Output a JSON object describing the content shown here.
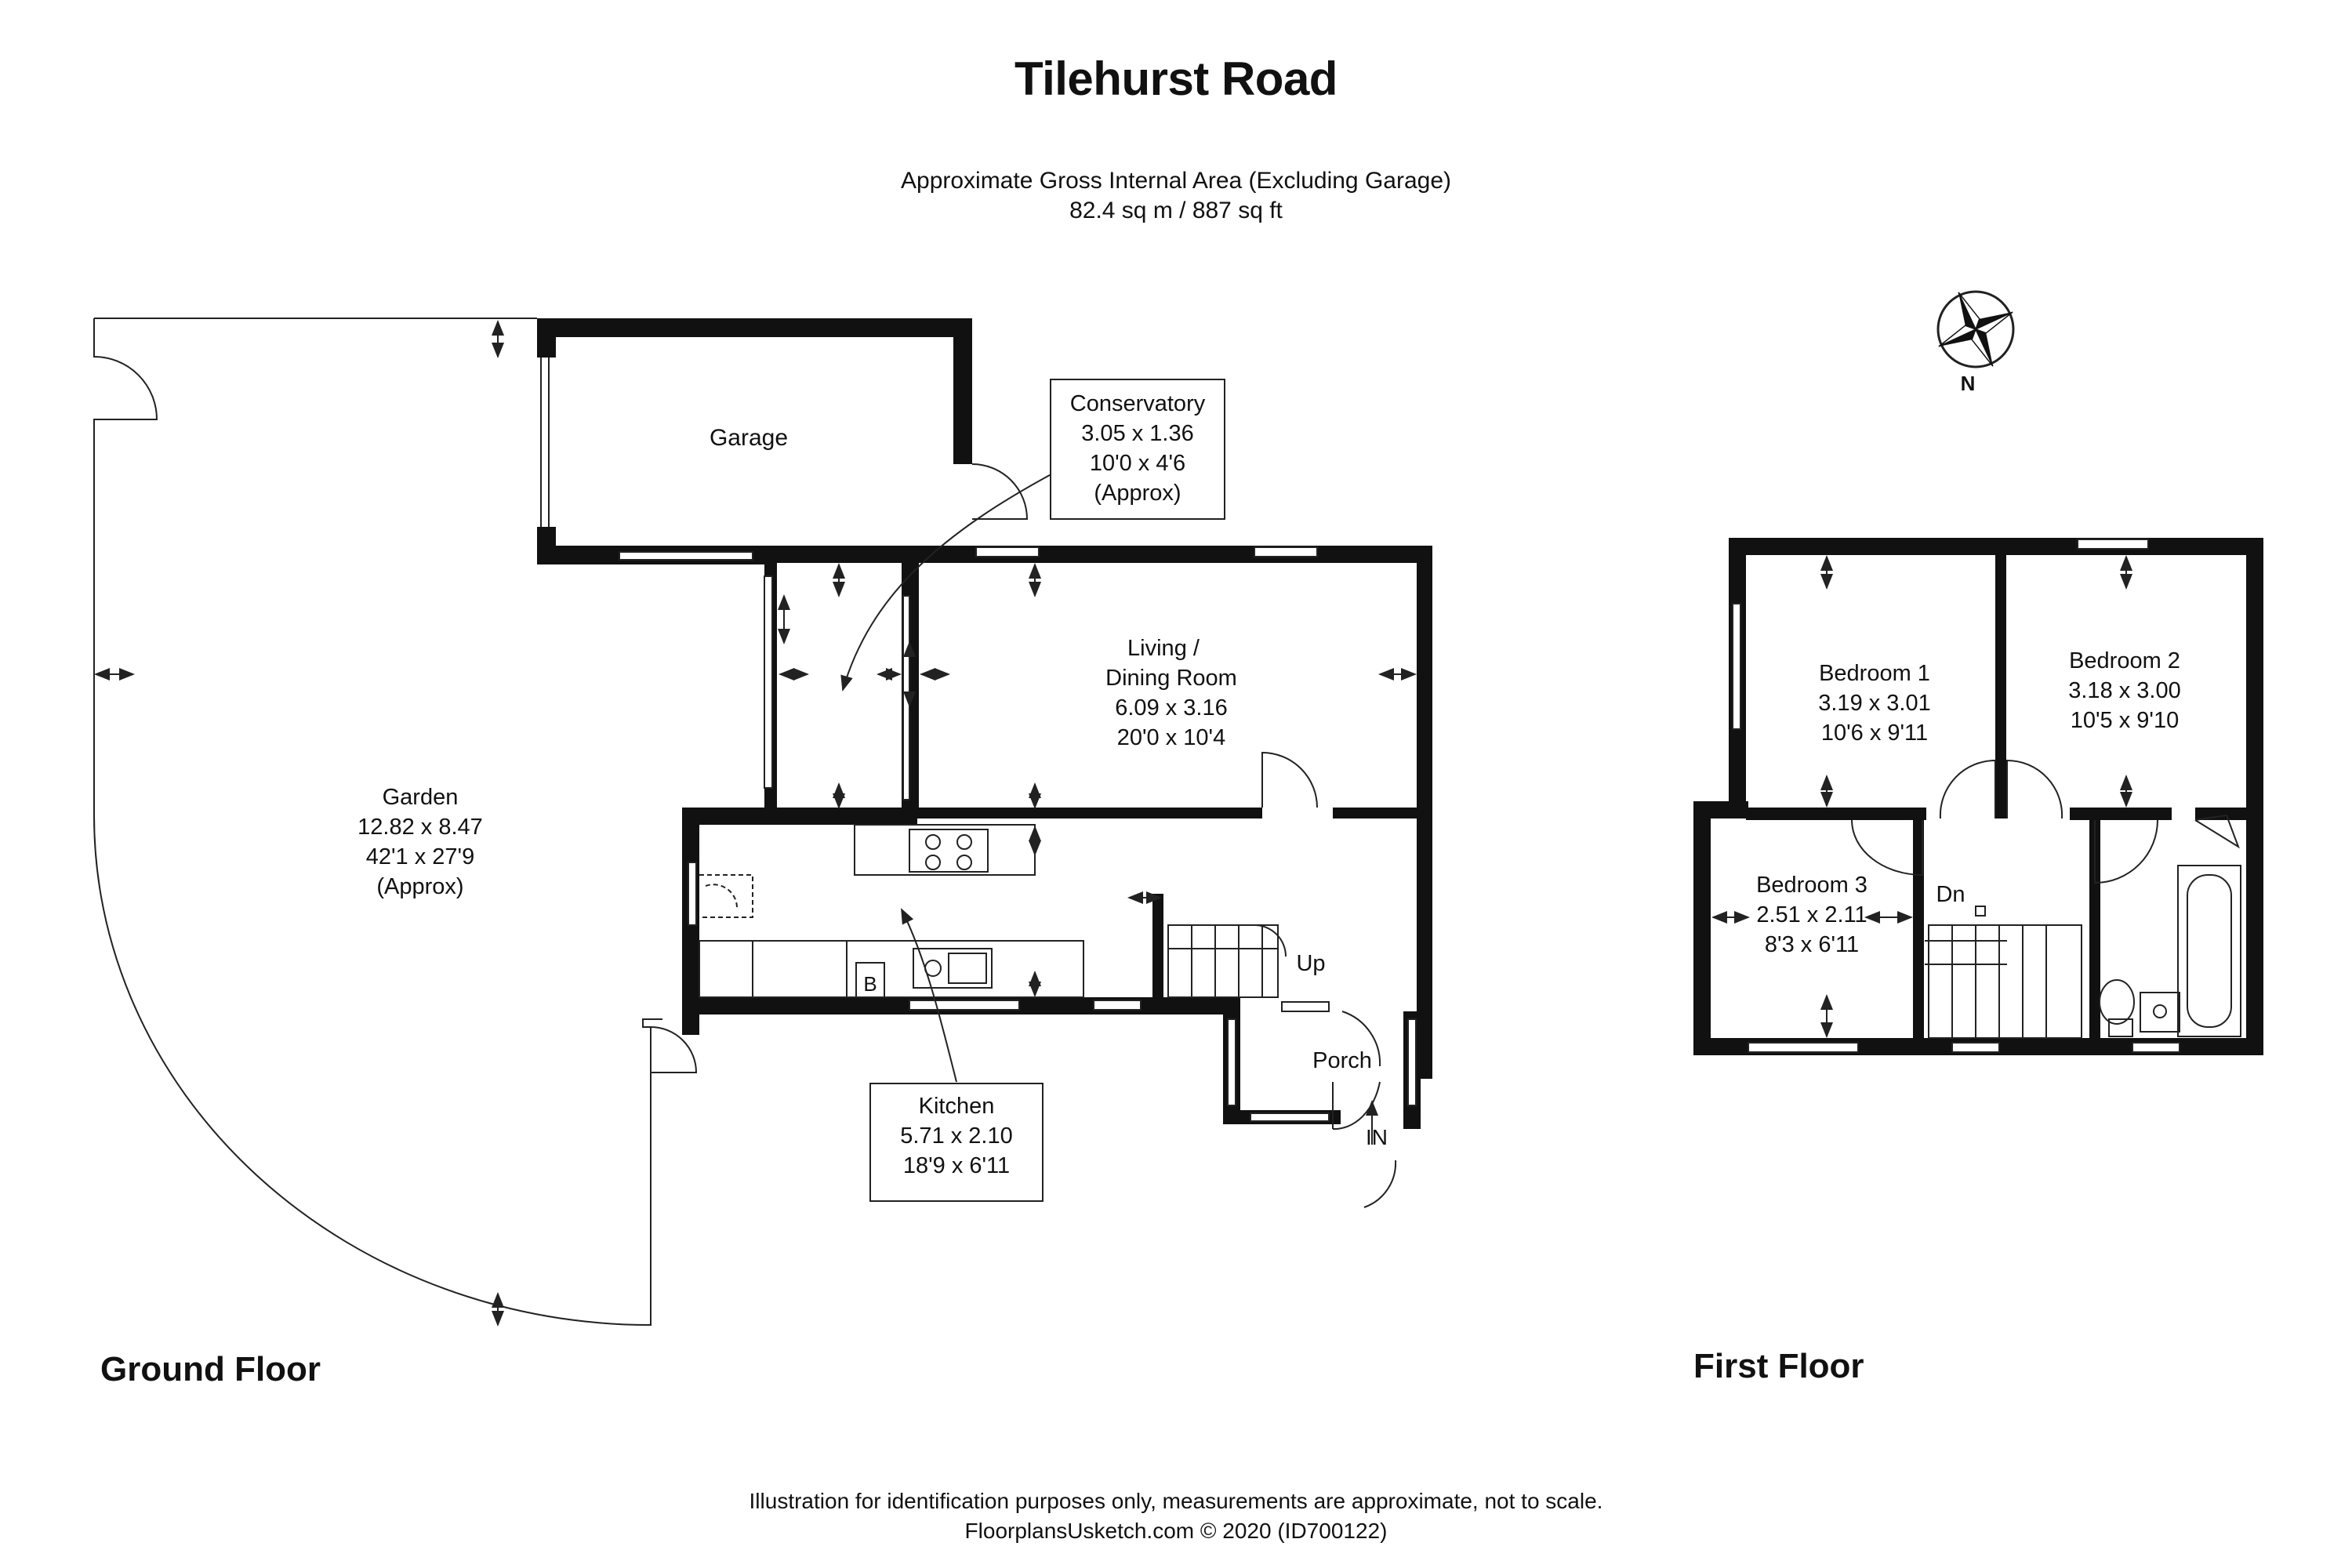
{
  "title": "Tilehurst Road",
  "area": {
    "line1": "Approximate Gross Internal Area (Excluding Garage)",
    "line2": "82.4 sq m / 887 sq ft"
  },
  "floors": {
    "ground": "Ground Floor",
    "first": "First Floor"
  },
  "compass": {
    "label": "N"
  },
  "rooms": {
    "garage": {
      "name": "Garage"
    },
    "conservatory": {
      "name": "Conservatory",
      "metric": "3.05 x 1.36",
      "imperial": "10'0 x 4'6",
      "note": "(Approx)"
    },
    "living": {
      "name1": "Living /",
      "name2": "Dining Room",
      "metric": "6.09 x 3.16",
      "imperial": "20'0 x 10'4"
    },
    "garden": {
      "name": "Garden",
      "metric": "12.82 x 8.47",
      "imperial": "42'1 x 27'9",
      "note": "(Approx)"
    },
    "kitchen": {
      "name": "Kitchen",
      "metric": "5.71 x 2.10",
      "imperial": "18'9 x 6'11"
    },
    "porch": {
      "name": "Porch"
    },
    "bedroom1": {
      "name": "Bedroom 1",
      "metric": "3.19 x 3.01",
      "imperial": "10'6 x 9'11"
    },
    "bedroom2": {
      "name": "Bedroom 2",
      "metric": "3.18 x 3.00",
      "imperial": "10'5 x 9'10"
    },
    "bedroom3": {
      "name": "Bedroom 3",
      "metric": "2.51 x 2.11",
      "imperial": "8'3 x 6'11"
    }
  },
  "marks": {
    "up": "Up",
    "down": "Dn",
    "entrance": "IN",
    "boiler": "B"
  },
  "footer": {
    "line1": "Illustration for identification purposes only, measurements are approximate, not to scale.",
    "line2": "FloorplansUsketch.com © 2020 (ID700122)"
  }
}
